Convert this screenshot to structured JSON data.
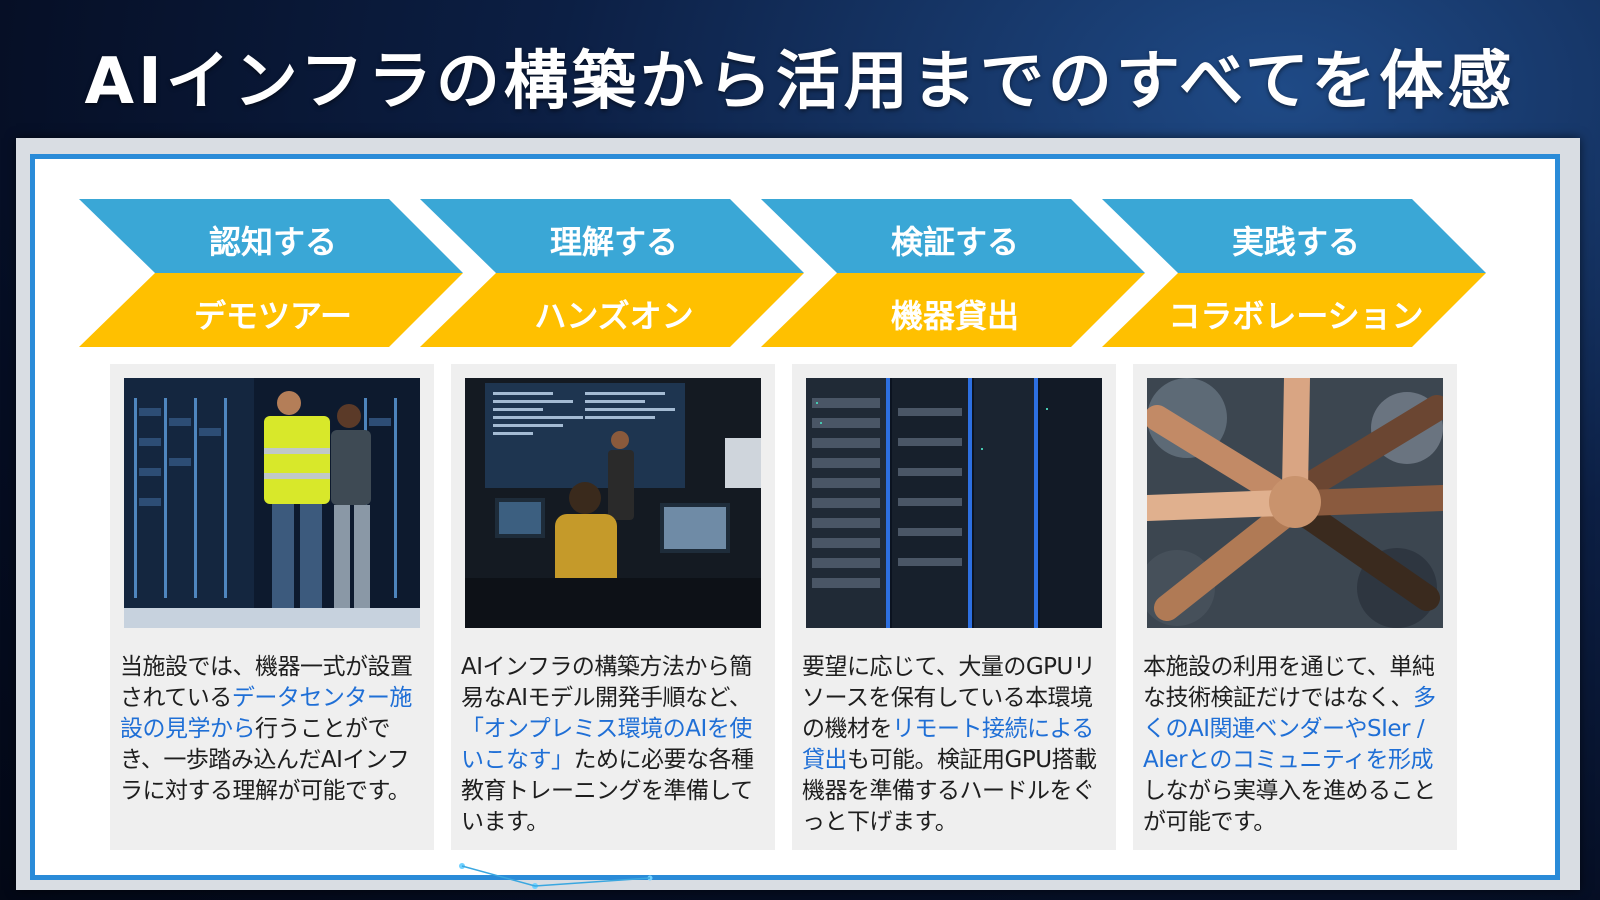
{
  "title": "AIインフラの構築から活用までのすべてを体感",
  "colors": {
    "chevron_top": "#3aa7d6",
    "chevron_bottom": "#ffc000",
    "frame": "#2a8bd8",
    "highlight": "#1f6fd6"
  },
  "steps": [
    {
      "stage": "認知する",
      "activity": "デモツアー",
      "desc": {
        "t1": "当施設では、機器一式が設置されている",
        "h": "データセンター施設の見学から",
        "t2": "行うことができ、一歩踏み込んだAIインフラに対する理解が可能です。"
      }
    },
    {
      "stage": "理解する",
      "activity": "ハンズオン",
      "desc": {
        "t1": "AIインフラの構築方法から簡易なAIモデル開発手順など、",
        "h": "「オンプレミス環境のAIを使いこなす」",
        "t2": "ために必要な各種教育トレーニングを準備しています。"
      }
    },
    {
      "stage": "検証する",
      "activity": "機器貸出",
      "desc": {
        "t1": "要望に応じて、大量のGPUリソースを保有している本環境の機材を",
        "h": "リモート接続による貸出",
        "t2": "も可能。検証用GPU搭載機器を準備するハードルをぐっと下げます。"
      }
    },
    {
      "stage": "実践する",
      "activity": "コラボレーション",
      "desc": {
        "t1": "本施設の利用を通じて、単純な技術検証だけではなく、",
        "h": "多くのAI関連ベンダーやSIer / AIerとのコミュニティを形成",
        "t2": "しながら実導入を進めることが可能です。"
      }
    }
  ]
}
